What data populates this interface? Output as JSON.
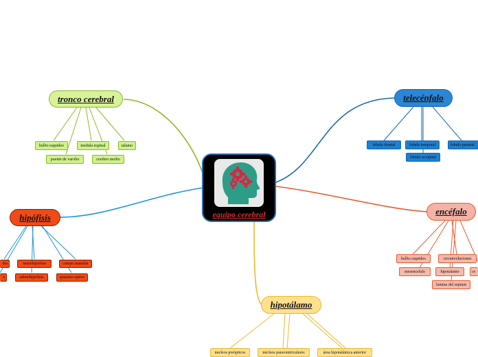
{
  "center": {
    "title": "equipo cerebral",
    "icon": "head-gears-icon"
  },
  "colors": {
    "tronco": "#8abb1f",
    "tronco_main": "#d8f29a",
    "tronco_sub": "#cdf28a",
    "telencefalo": "#1466b3",
    "telencefalo_main": "#2a86d6",
    "telencefalo_sub": "#1e7fd0",
    "encefalo": "#ea5a2c",
    "encefalo_main": "#f4b3a7",
    "encefalo_sub": "#f6b9ab",
    "hipofisis": "#1b93d6",
    "hipofisis_main": "#f24a16",
    "hipofisis_sub": "#f24a16",
    "hipotalamo": "#f1b82a",
    "hipotalamo_main": "#ffe08f",
    "hipotalamo_sub": "#ffe08f",
    "head": "#2e9d87",
    "gear": "#d62844"
  },
  "branches": {
    "tronco": {
      "label": "tronco cerebral",
      "items": [
        "bulbo raquideo",
        "puente de varolio",
        "medula espinal",
        "cerebro medio",
        "talamo"
      ]
    },
    "telencefalo": {
      "label": "telecénfalo",
      "items": [
        "lobulo frontal",
        "lobulo temporal",
        "lobulo occipital",
        "lobulo parietal"
      ]
    },
    "encefalo": {
      "label": "encéfalo",
      "items": [
        "bulbo raquideo",
        "mesencefalo",
        "circunvoluciones",
        "hipotalamo",
        "lamina del septum",
        "ce"
      ]
    },
    "hipofisis": {
      "label": "hipófisis",
      "items": [
        "dia",
        "o",
        "neurohipofisis",
        "adenohipofisis",
        "cuerpo mamilar",
        "quiasma optico"
      ]
    },
    "hipotalamo": {
      "label": "hipotálamo",
      "items": [
        "nucleos preópticos",
        "núcleos paraventriculares",
        "área hipotalámica anterior"
      ]
    }
  }
}
